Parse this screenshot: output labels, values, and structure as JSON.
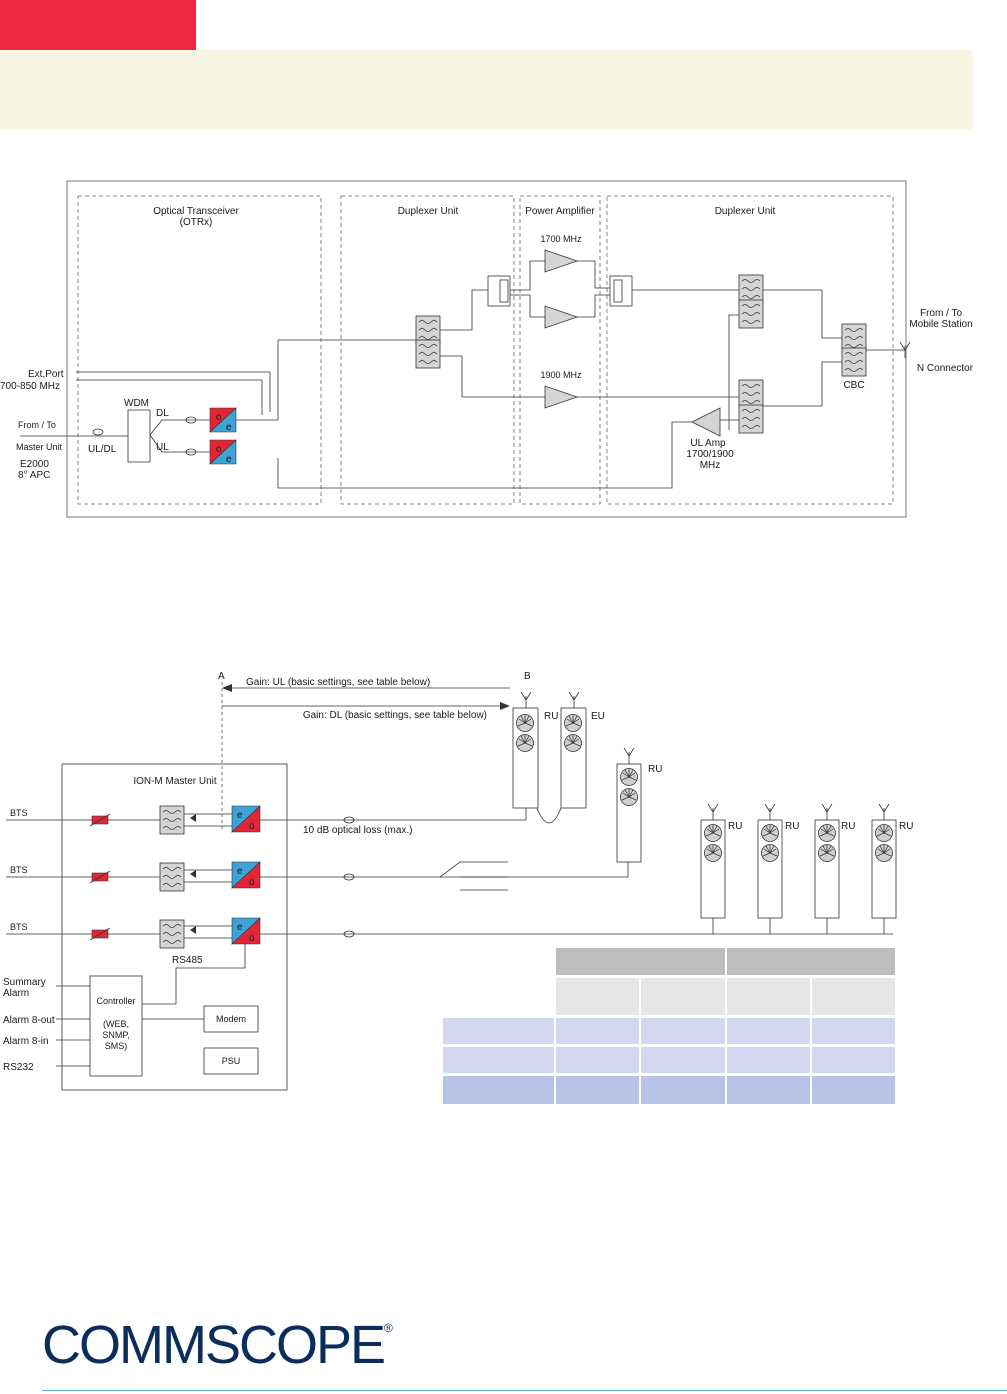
{
  "colors": {
    "accent_red": "#f0283f",
    "header_band": "#f7f6e3",
    "optical_red": "#e32636",
    "optical_blue": "#3ea2d6",
    "table_header": "#bdbdbd",
    "table_sub": "#e6e6e6",
    "table_row_a": "#d3d8f0",
    "table_row_b": "#b7c4e8",
    "logo_blue": "#0b2d5c",
    "footer_line": "#5fb8d6"
  },
  "diagram1": {
    "sections": {
      "otrx_title": "Optical Transceiver",
      "otrx_sub": "(OTRx)",
      "dup1": "Duplexer Unit",
      "pa": "Power Amplifier",
      "dup2": "Duplexer Unit"
    },
    "labels": {
      "mhz1700": "1700 MHz",
      "mhz1900": "1900 MHz",
      "ext_port": "Ext,Port",
      "ext_freq": "700-850 MHz",
      "wdm": "WDM",
      "dl": "DL",
      "ul": "UL",
      "uldl": "UL/DL",
      "from_to_a": "From / To",
      "master_unit": "Master Unit",
      "e2000": "E2000",
      "apc": "8° APC",
      "ulamp1": "UL Amp",
      "ulamp2": "1700/1900",
      "ulamp3": "MHz",
      "cbc": "CBC",
      "from_to_b": "From / To",
      "mobile_station": "Mobile Station",
      "n_connector": "N Connector",
      "o": "o",
      "e": "e"
    }
  },
  "diagram2": {
    "labels": {
      "a": "A",
      "b": "B",
      "gain_ul": "Gain: UL (basic settings, see table below)",
      "gain_dl": "Gain: DL (basic settings, see table below)",
      "master": "ION-M Master Unit",
      "bts": "BTS",
      "optical_loss": "10 dB optical loss (max.)",
      "rs485": "RS485",
      "summary1": "Summary",
      "summary2": "Alarm",
      "alarm_out": "Alarm 8-out",
      "alarm_in": "Alarm 8-in",
      "rs232": "RS232",
      "controller": "Controller",
      "ctrl1": "(WEB,",
      "ctrl2": "SNMP,",
      "ctrl3": "SMS)",
      "modem": "Modem",
      "psu": "PSU",
      "ru": "RU",
      "eu": "EU",
      "e": "e",
      "o": "o"
    }
  },
  "logo": {
    "text": "COMMSCOPE",
    "reg": "®"
  }
}
